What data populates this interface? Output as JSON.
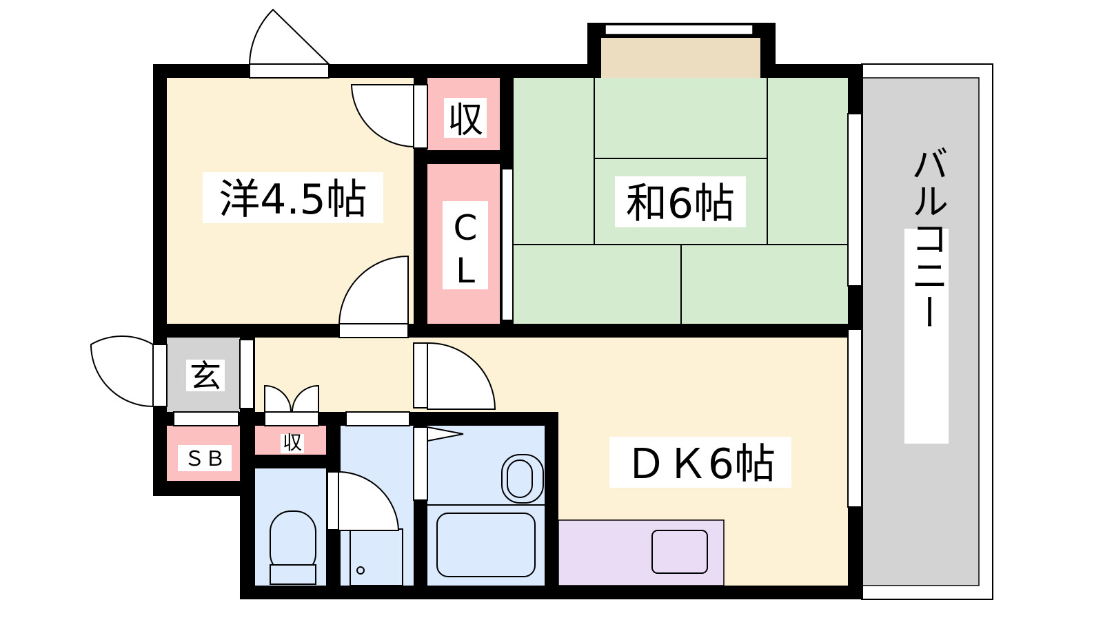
{
  "rooms": {
    "western": {
      "label": "洋4.5帖"
    },
    "japanese": {
      "label": "和6帖"
    },
    "dk": {
      "label": "ＤＫ6帖"
    },
    "storage_top": {
      "label": "収"
    },
    "closet": {
      "label_c": "C",
      "label_l": "L"
    },
    "entrance": {
      "label": "玄"
    },
    "shoe_box": {
      "label": "ＳＢ"
    },
    "storage_small": {
      "label": "収"
    },
    "balcony": {
      "label": "バルコニー"
    }
  },
  "colors": {
    "western": "#fdf1d6",
    "japanese": "#d4ebcf",
    "storage": "#fcc0c0",
    "wet": "#dbeafc",
    "entrance": "#d3d3d3",
    "kitchen": "#eadcf4",
    "balcony": "#d3d3d3",
    "bay": "#ecdcc0"
  }
}
